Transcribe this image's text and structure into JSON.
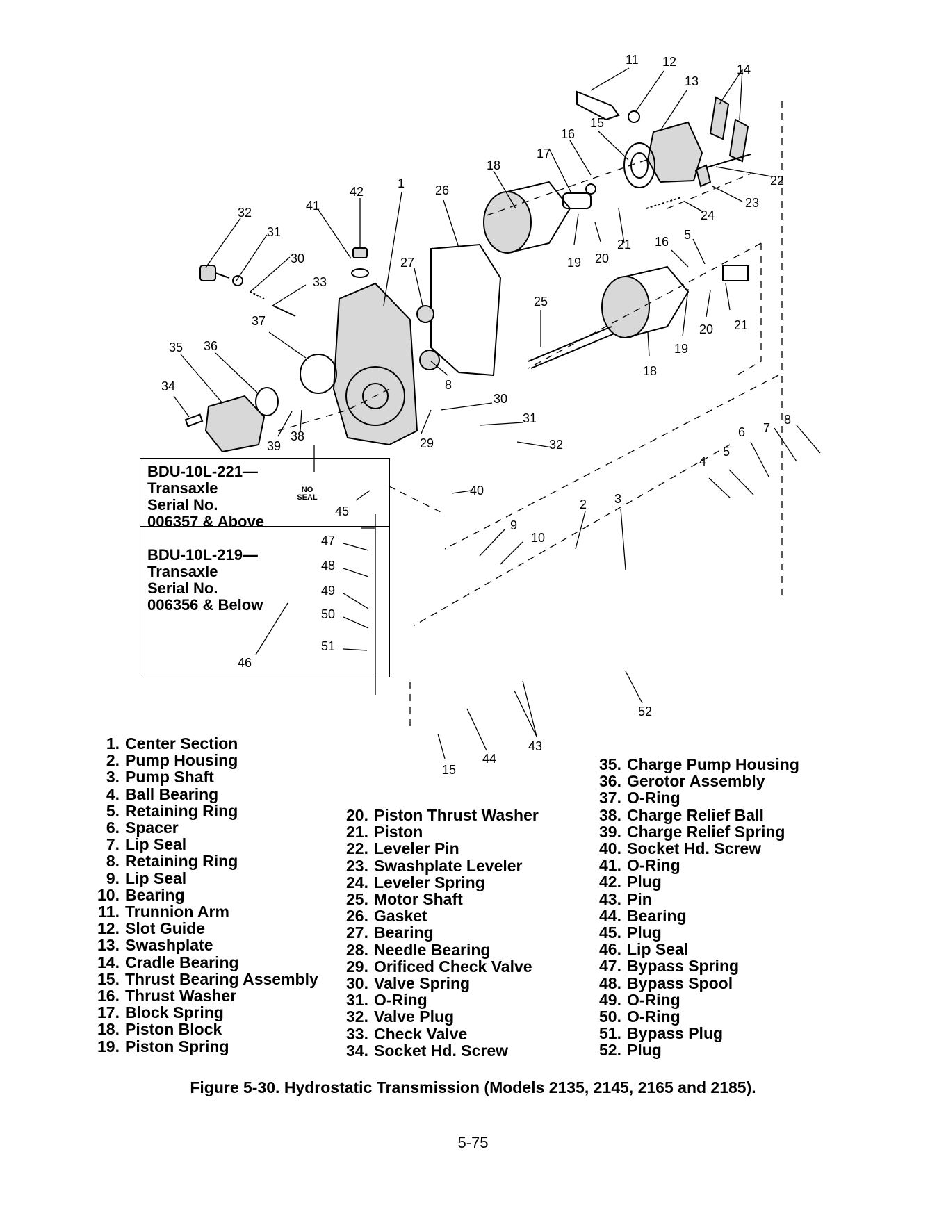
{
  "figure": {
    "caption": "Figure 5-30.  Hydrostatic Transmission (Models 2135, 2145, 2165 and 2185).",
    "page_number": "5-75"
  },
  "serial_boxes": [
    {
      "lines": [
        "BDU-10L-221—",
        "Transaxle",
        "Serial No.",
        "006357 & Above"
      ],
      "note": [
        "NO",
        "SEAL"
      ]
    },
    {
      "lines": [
        "BDU-10L-219—",
        "Transaxle",
        "Serial No.",
        "006356 & Below"
      ]
    }
  ],
  "callouts": [
    "11",
    "12",
    "13",
    "14",
    "16",
    "15",
    "17",
    "18",
    "22",
    "23",
    "24",
    "42",
    "1",
    "26",
    "32",
    "41",
    "31",
    "30",
    "27",
    "33",
    "19",
    "20",
    "21",
    "16",
    "5",
    "25",
    "37",
    "20",
    "21",
    "35",
    "36",
    "19",
    "18",
    "34",
    "8",
    "30",
    "31",
    "39",
    "38",
    "29",
    "32",
    "6",
    "7",
    "8",
    "5",
    "4",
    "45",
    "40",
    "2",
    "3",
    "9",
    "10",
    "47",
    "48",
    "49",
    "50",
    "46",
    "51",
    "52",
    "43",
    "44",
    "15"
  ],
  "legend": {
    "col1": [
      {
        "num": "1.",
        "label": "Center Section"
      },
      {
        "num": "2.",
        "label": "Pump Housing"
      },
      {
        "num": "3.",
        "label": "Pump Shaft"
      },
      {
        "num": "4.",
        "label": "Ball Bearing"
      },
      {
        "num": "5.",
        "label": "Retaining Ring"
      },
      {
        "num": "6.",
        "label": "Spacer"
      },
      {
        "num": "7.",
        "label": "Lip Seal"
      },
      {
        "num": "8.",
        "label": "Retaining Ring"
      },
      {
        "num": "9.",
        "label": "Lip Seal"
      },
      {
        "num": "10.",
        "label": "Bearing"
      },
      {
        "num": "11.",
        "label": "Trunnion Arm"
      },
      {
        "num": "12.",
        "label": "Slot Guide"
      },
      {
        "num": "13.",
        "label": "Swashplate"
      },
      {
        "num": "14.",
        "label": "Cradle Bearing"
      },
      {
        "num": "15.",
        "label": "Thrust Bearing Assembly"
      },
      {
        "num": "16.",
        "label": "Thrust Washer"
      },
      {
        "num": "17.",
        "label": "Block Spring"
      },
      {
        "num": "18.",
        "label": "Piston Block"
      },
      {
        "num": "19.",
        "label": "Piston Spring"
      }
    ],
    "col2": [
      {
        "num": "20.",
        "label": "Piston Thrust Washer"
      },
      {
        "num": "21.",
        "label": "Piston"
      },
      {
        "num": "22.",
        "label": "Leveler Pin"
      },
      {
        "num": "23.",
        "label": "Swashplate Leveler"
      },
      {
        "num": "24.",
        "label": "Leveler Spring"
      },
      {
        "num": "25.",
        "label": "Motor Shaft"
      },
      {
        "num": "26.",
        "label": "Gasket"
      },
      {
        "num": "27.",
        "label": "Bearing"
      },
      {
        "num": "28.",
        "label": "Needle Bearing"
      },
      {
        "num": "29.",
        "label": "Orificed Check Valve"
      },
      {
        "num": "30.",
        "label": "Valve Spring"
      },
      {
        "num": "31.",
        "label": "O-Ring"
      },
      {
        "num": "32.",
        "label": "Valve Plug"
      },
      {
        "num": "33.",
        "label": "Check Valve"
      },
      {
        "num": "34.",
        "label": "Socket Hd. Screw"
      }
    ],
    "col3": [
      {
        "num": "35.",
        "label": "Charge Pump Housing"
      },
      {
        "num": "36.",
        "label": "Gerotor Assembly"
      },
      {
        "num": "37.",
        "label": "O-Ring"
      },
      {
        "num": "38.",
        "label": "Charge Relief Ball"
      },
      {
        "num": "39.",
        "label": "Charge Relief Spring"
      },
      {
        "num": "40.",
        "label": "Socket Hd. Screw"
      },
      {
        "num": "41.",
        "label": "O-Ring"
      },
      {
        "num": "42.",
        "label": "Plug"
      },
      {
        "num": "43.",
        "label": "Pin"
      },
      {
        "num": "44.",
        "label": "Bearing"
      },
      {
        "num": "45.",
        "label": "Plug"
      },
      {
        "num": "46.",
        "label": "Lip Seal"
      },
      {
        "num": "47.",
        "label": "Bypass Spring"
      },
      {
        "num": "48.",
        "label": "Bypass Spool"
      },
      {
        "num": "49.",
        "label": "O-Ring"
      },
      {
        "num": "50.",
        "label": "O-Ring"
      },
      {
        "num": "51.",
        "label": "Bypass Plug"
      },
      {
        "num": "52.",
        "label": "Plug"
      }
    ]
  }
}
